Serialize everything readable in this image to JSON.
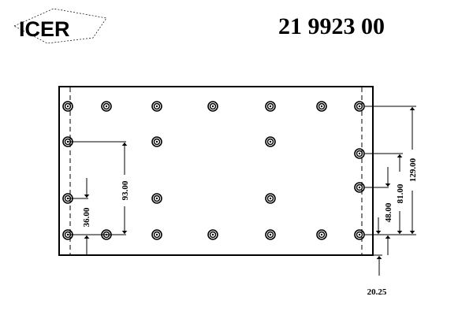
{
  "logo": {
    "text": "ICER"
  },
  "part_number": "21 9923 00",
  "dimensions": {
    "d129": "129.00",
    "d81": "81.00",
    "d48": "48.00",
    "d20": "20.25",
    "d93": "93.00",
    "d36": "36.00"
  }
}
